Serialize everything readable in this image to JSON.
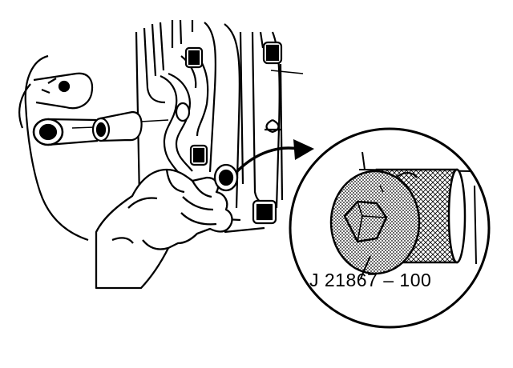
{
  "figure": {
    "tool_label": "J 21867 – 100",
    "ink_color": "#000000",
    "paper_color": "#ffffff",
    "shading_color": "#b8b8b8",
    "parts": {
      "engine_block": "engine-block",
      "bolts": "bolt",
      "plug": "plug",
      "hand": "hand",
      "arrow": "curved-arrow",
      "detail_circle": "magnified-detail",
      "tool": "tool"
    }
  }
}
